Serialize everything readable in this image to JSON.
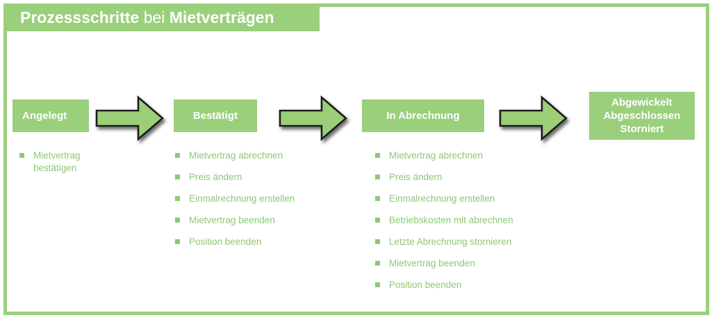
{
  "title": {
    "part_bold_1": "Prozessschritte",
    "part_regular": " bei ",
    "part_bold_2": "Mietverträgen"
  },
  "colors": {
    "green_fill": "#9ACF7C",
    "green_text": "#8DC776",
    "frame": "#9ACF7C",
    "arrow_fill": "#9BCE77",
    "arrow_stroke": "#1A1A1A",
    "box_label": "#FFFFFF"
  },
  "stages": [
    {
      "id": "angelegt",
      "label": "Angelegt",
      "label_lines": [
        "Angelegt"
      ],
      "items": [
        "Mietvertrag\nbestätigen"
      ]
    },
    {
      "id": "bestaetigt",
      "label": "Bestätigt",
      "label_lines": [
        "Bestätigt"
      ],
      "items": [
        "Mietvertrag abrechnen",
        "Preis ändern",
        "Einmalrechnung erstellen",
        "Mietvertrag beenden",
        "Position beenden"
      ]
    },
    {
      "id": "in-abrechnung",
      "label": "In Abrechnung",
      "label_lines": [
        "In Abrechnung"
      ],
      "items": [
        "Mietvertrag abrechnen",
        "Preis ändern",
        "Einmalrechnung erstellen",
        "Betriebskosten mit abrechnen",
        "Letzte Abrechnung stornieren",
        "Mietvertrag beenden",
        "Position beenden"
      ]
    },
    {
      "id": "abgewickelt",
      "label": "Abgewickelt Abgeschlossen Storniert",
      "label_lines": [
        "Abgewickelt",
        "Abgeschlossen",
        "Storniert"
      ],
      "items": []
    }
  ],
  "arrows": [
    {
      "id": "arrow-0",
      "icon": "right-arrow-icon"
    },
    {
      "id": "arrow-1",
      "icon": "right-arrow-icon"
    },
    {
      "id": "arrow-2",
      "icon": "right-arrow-icon"
    }
  ]
}
